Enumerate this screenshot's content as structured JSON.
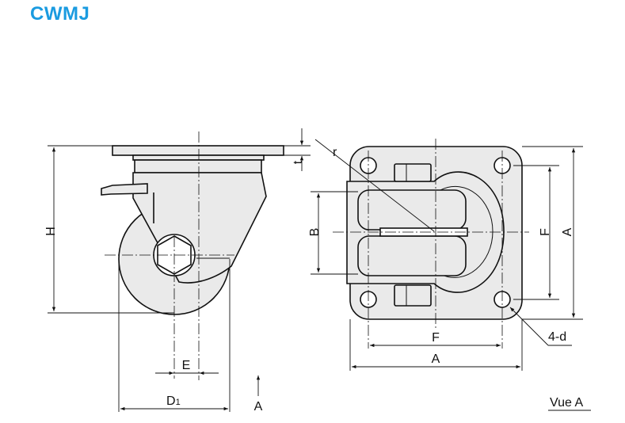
{
  "title": "CWMJ",
  "colors": {
    "title": "#1a9be0",
    "line": "#111111",
    "fill": "#eaeaea"
  },
  "labels": {
    "H": "H",
    "t": "t",
    "E": "E",
    "D1_main": "D",
    "D1_sub": "1",
    "A_arrow": "A",
    "r": "r",
    "B": "B",
    "F_right": "F",
    "A_right": "A",
    "F_bottom": "F",
    "A_bottom": "A",
    "holes": "4-d",
    "view": "Vue A"
  }
}
